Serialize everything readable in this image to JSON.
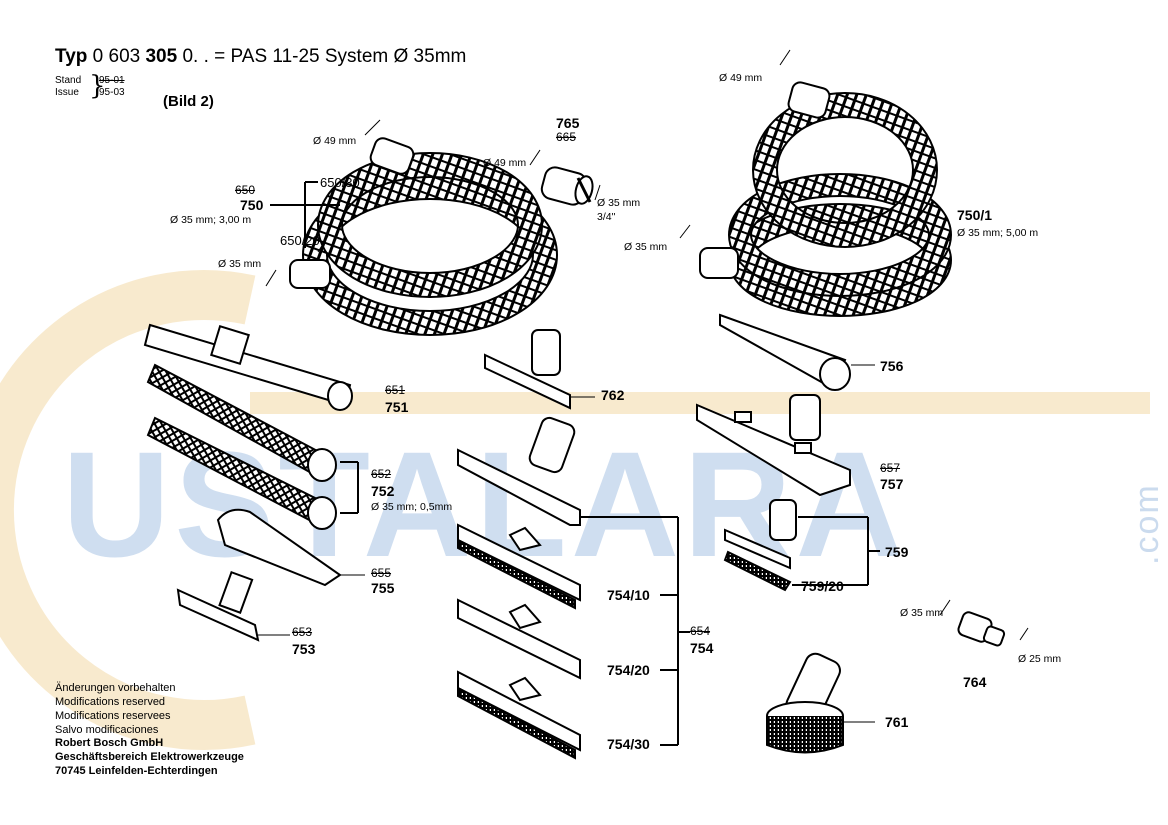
{
  "header": {
    "title_prefix": "Typ",
    "title_part1": " 0 603 ",
    "title_part2": "305",
    "title_part3": " 0. . = PAS 11-25  System Ø 35mm",
    "stand_label": "Stand",
    "stand_value_struck": "95-01",
    "issue_label": "Issue",
    "issue_value": "95-03",
    "bild": "(Bild 2)"
  },
  "watermark": {
    "text": "USTALARA",
    "suffix": ".com",
    "color": "#a9c4e4",
    "orange": "#f3d9a6"
  },
  "parts": {
    "p750_old": "650",
    "p750": "750",
    "p750_spec": "Ø 35 mm; 3,00 m",
    "p650_30": "650/30",
    "p650_20": "650/20",
    "p750_d49": "Ø 49 mm",
    "p750_d35": "Ø 35 mm",
    "p765": "765",
    "p765_old": "665",
    "p765_d49": "Ø 49 mm",
    "p765_d35": "Ø 35 mm",
    "p765_thread": "3/4\"",
    "p7501": "750/1",
    "p7501_spec": "Ø 35 mm; 5,00 m",
    "p7501_d49": "Ø 49 mm",
    "p7501_d35": "Ø 35 mm",
    "p751": "751",
    "p751_old": "651",
    "p752": "752",
    "p752_old": "652",
    "p752_spec": "Ø 35 mm; 0,5mm",
    "p755": "755",
    "p755_old": "655",
    "p753": "753",
    "p753_old": "653",
    "p762": "762",
    "p756": "756",
    "p757": "757",
    "p757_old": "657",
    "p759": "759",
    "p759_20": "759/20",
    "p754_10": "754/10",
    "p754_20": "754/20",
    "p754_30": "754/30",
    "p754": "754",
    "p754_old": "654",
    "p764": "764",
    "p764_d35": "Ø 35 mm",
    "p764_d25": "Ø 25 mm",
    "p761": "761"
  },
  "footer": {
    "l1": "Änderungen vorbehalten",
    "l2": "Modifications reserved",
    "l3": "Modifications reservees",
    "l4": "Salvo modificaciones",
    "l5": "Robert Bosch GmbH",
    "l6": "Geschäftsbereich Elektrowerkzeuge",
    "l7": " 70745 Leinfelden-Echterdingen"
  }
}
